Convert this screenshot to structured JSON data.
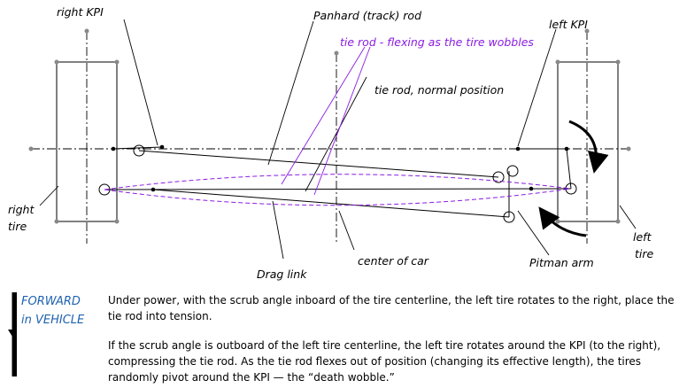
{
  "labels": {
    "right_kpi": "right KPI",
    "panhard": "Panhard (track) rod",
    "left_kpi": "left KPI",
    "tie_rod_flex": "tie rod - flexing as the tire wobbles",
    "tie_rod_normal": "tie rod, normal position",
    "right_tire_1": "right",
    "right_tire_2": "tire",
    "left_tire_1": "left",
    "left_tire_2": "tire",
    "drag_link": "Drag link",
    "center_of_car": "center of car",
    "pitman_arm": "Pitman arm"
  },
  "forward": {
    "line1": "FORWARD",
    "line2": "in VEHICLE"
  },
  "paragraphs": [
    "Under  power, with the scrub angle inboard of the tire centerline, the left tire rotates to the right, place the tie rod into tension.",
    "If the scrub angle is outboard of the left tire centerline, the left tire rotates around the KPI (to the right), compressing the tie rod. As the tie rod flexes out of position (changing its effective length), the tires randomly pivot around the KPI — the “death wobble.”"
  ],
  "colors": {
    "line": "#000000",
    "flex": "#8a1be0",
    "forward_text": "#1f62b0",
    "point": "#888888"
  }
}
